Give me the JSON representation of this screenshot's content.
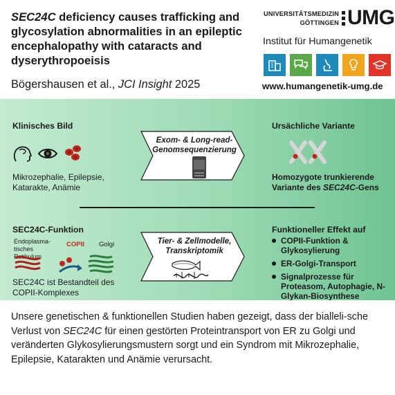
{
  "header": {
    "title_gene": "SEC24C",
    "title_rest": " deficiency causes trafficking and glycosylation abnormalities in an epileptic encephalopathy with cataracts and dyserythropoeisis",
    "authors_main": "Bögershausen et al., ",
    "authors_journal": "JCI Insight",
    "authors_year": " 2025"
  },
  "institution": {
    "umg_line1": "UNIVERSITÄTSMEDIZIN",
    "umg_line2": "GÖTTINGEN",
    "umg_logo": "UMG",
    "name": "Institut für Humangenetik",
    "website": "www.humangenetik-umg.de",
    "tiles": [
      {
        "icon": "building-icon",
        "color": "#1d8ab9"
      },
      {
        "icon": "chat-bubbles-icon",
        "color": "#5aa84a"
      },
      {
        "icon": "microscope-icon",
        "color": "#1d8ab9"
      },
      {
        "icon": "lightbulb-icon",
        "color": "#f2a51c"
      },
      {
        "icon": "graduation-cap-icon",
        "color": "#e3342a"
      }
    ]
  },
  "top_row": {
    "left_heading": "Klinisches Bild",
    "left_text": "Mikrozephalie, Epilepsie, Katarakte, Anämie",
    "method_text": "Exom- & Long-read-Genomsequenzierung",
    "right_heading": "Ursächliche Variante",
    "right_text_a": "Homozygote trunkierende Variante des ",
    "right_text_gene": "SEC24C",
    "right_text_b": "-Gens"
  },
  "bottom_row": {
    "left_heading": "SEC24C-Funktion",
    "er_label": "Endoplasma-tisches Retikulum",
    "copii_label": "COPII",
    "golgi_label": "Golgi",
    "left_text": "SEC24C ist Bestandteil des COPII-Komplexes",
    "method_text": "Tier- & Zellmodelle, Transkriptomik",
    "right_heading": "Funktioneller Effekt auf",
    "effects": [
      "COPII-Funktion & Glykosylierung",
      "ER-Golgi-Transport",
      "Signalprozesse für Proteasom, Autophagie, N-Glykan-Biosynthese"
    ]
  },
  "footer": {
    "summary_a": "Unsere genetischen & funktionellen Studien haben gezeigt, dass der bialleli-sche Verlust von ",
    "summary_gene": "SEC24C",
    "summary_b": " für einen gestörten Proteintransport von ER zu Golgi und veränderten Glykosylierungsmustern sorgt und ein Syndrom mit Mikrozephalie, Epilepsie, Katarakten und Anämie verursacht."
  },
  "colors": {
    "accent_red": "#c0281e",
    "panel_green_light": "#c3ebd0",
    "panel_green_dark": "#6fc493"
  }
}
